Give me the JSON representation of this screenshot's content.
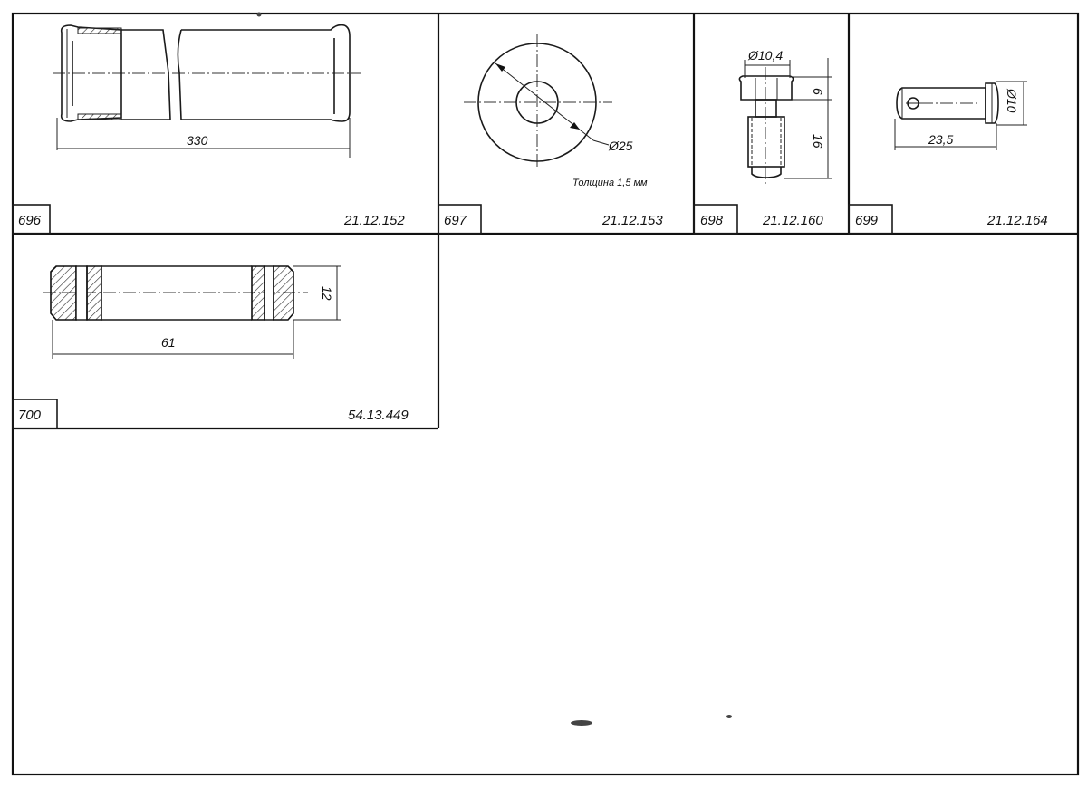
{
  "parts": [
    {
      "number": "696",
      "code": "21.12.152",
      "dimensions": [
        "330"
      ]
    },
    {
      "number": "697",
      "code": "21.12.153",
      "dimensions": [
        "Ø25"
      ],
      "note": "Толщина 1,5 мм"
    },
    {
      "number": "698",
      "code": "21.12.160",
      "dimensions": [
        "Ø10,4",
        "6",
        "16"
      ]
    },
    {
      "number": "699",
      "code": "21.12.164",
      "dimensions": [
        "23,5",
        "Ø10"
      ]
    },
    {
      "number": "700",
      "code": "54.13.449",
      "dimensions": [
        "61",
        "12"
      ]
    }
  ]
}
